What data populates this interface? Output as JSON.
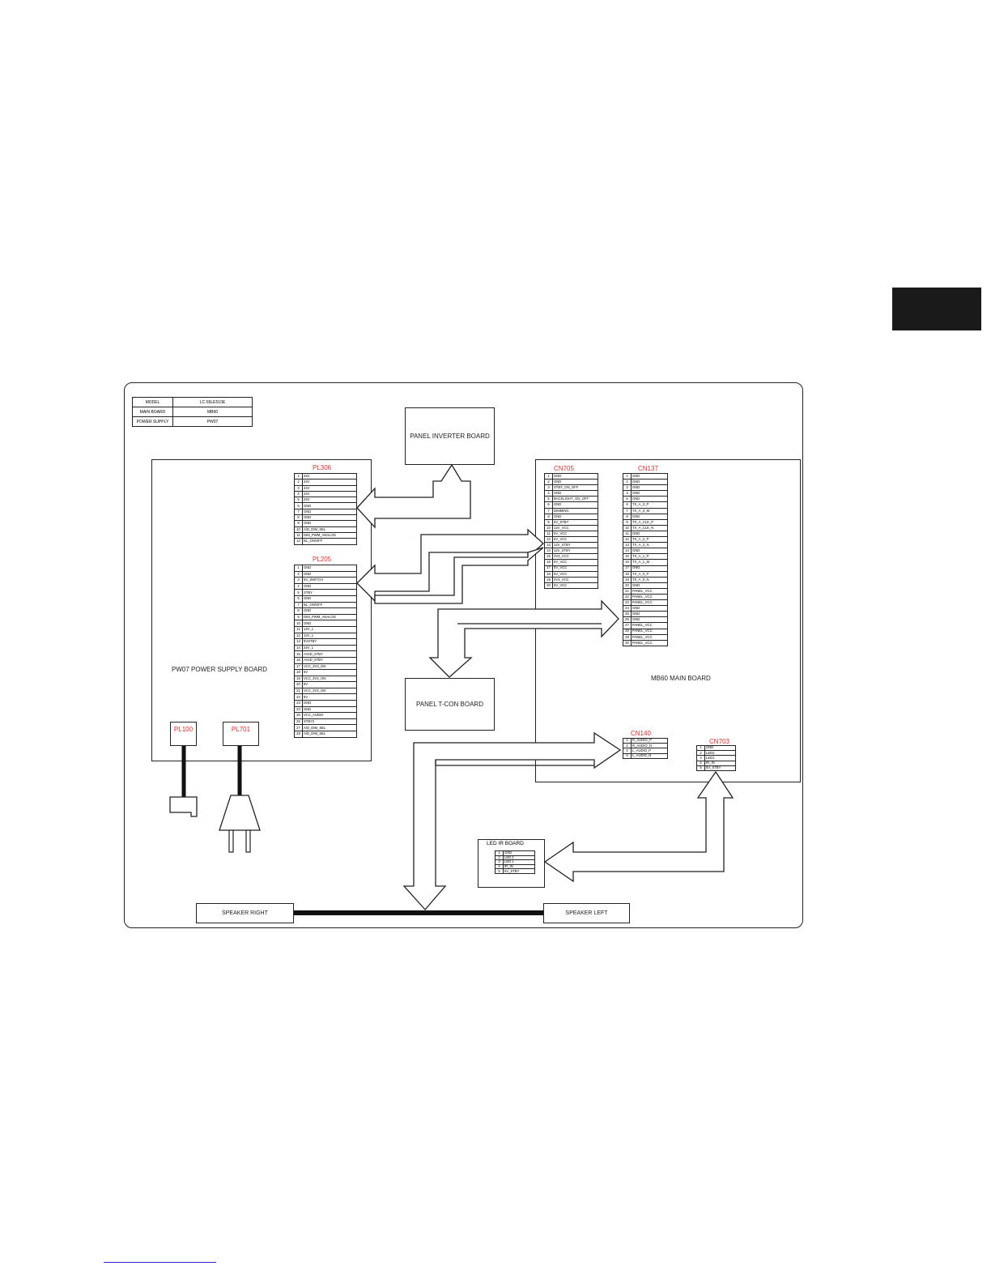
{
  "model_info": {
    "rows": [
      {
        "key": "MODEL",
        "value": "LC-55LE510E"
      },
      {
        "key": "MAIN BOARD",
        "value": "MB60"
      },
      {
        "key": "POWER SUPPLY",
        "value": "PW07"
      }
    ]
  },
  "boards": {
    "power_supply": "PW07 POWER SUPPLY BOARD",
    "main_board": "MB60 MAIN BOARD",
    "panel_inverter": "PANEL INVERTER BOARD",
    "panel_tcon": "PANEL T-CON BOARD",
    "led_ir": "LED IR BOARD",
    "speaker_right": "SPEAKER RIGHT",
    "speaker_left": "SPEAKER LEFT"
  },
  "plugs": {
    "pl100": "PL100",
    "pl701": "PL701"
  },
  "connectors": {
    "pl306": {
      "title": "PL306",
      "pins": [
        {
          "n": "1",
          "s": "24V"
        },
        {
          "n": "2",
          "s": "24V"
        },
        {
          "n": "3",
          "s": "24V"
        },
        {
          "n": "4",
          "s": "24V"
        },
        {
          "n": "5",
          "s": "24V"
        },
        {
          "n": "6",
          "s": "GND"
        },
        {
          "n": "7",
          "s": "GND"
        },
        {
          "n": "8",
          "s": "GND"
        },
        {
          "n": "9",
          "s": "GND"
        },
        {
          "n": "10",
          "s": "A/D_DIM_SEL"
        },
        {
          "n": "11",
          "s": "DIM_PWM_ANALOG"
        },
        {
          "n": "12",
          "s": "BL_ON/OFF"
        }
      ]
    },
    "pl205": {
      "title": "PL205",
      "pins": [
        {
          "n": "1",
          "s": "GND"
        },
        {
          "n": "2",
          "s": "GND"
        },
        {
          "n": "3",
          "s": "5V_SWITCH"
        },
        {
          "n": "4",
          "s": "GND"
        },
        {
          "n": "5",
          "s": "STBY"
        },
        {
          "n": "6",
          "s": "GND"
        },
        {
          "n": "7",
          "s": "BL_ON/OFF"
        },
        {
          "n": "8",
          "s": "GND"
        },
        {
          "n": "9",
          "s": "DIM_PWM_ANALOG"
        },
        {
          "n": "10",
          "s": "GND"
        },
        {
          "n": "11",
          "s": "12V_1"
        },
        {
          "n": "12",
          "s": "12V_1"
        },
        {
          "n": "13",
          "s": "5VSTBY"
        },
        {
          "n": "14",
          "s": "24V_1"
        },
        {
          "n": "15",
          "s": "AV2D_STBY"
        },
        {
          "n": "16",
          "s": "AV2D_STBY"
        },
        {
          "n": "17",
          "s": "VCC_3V3_ON"
        },
        {
          "n": "18",
          "s": "5V"
        },
        {
          "n": "19",
          "s": "VCC_3V3_ON"
        },
        {
          "n": "20",
          "s": "5V"
        },
        {
          "n": "21",
          "s": "VCC_3V3_ON"
        },
        {
          "n": "22",
          "s": "5V"
        },
        {
          "n": "23",
          "s": "GND"
        },
        {
          "n": "24",
          "s": "GND"
        },
        {
          "n": "25",
          "s": "VCC_AUDIO"
        },
        {
          "n": "26",
          "s": "STBY2"
        },
        {
          "n": "27",
          "s": "A/D_DIM_SEL"
        },
        {
          "n": "28",
          "s": "A/D_DIM_SEL"
        }
      ]
    },
    "cn705": {
      "title": "CN705",
      "pins": [
        {
          "n": "1",
          "s": "GND"
        },
        {
          "n": "2",
          "s": "GND"
        },
        {
          "n": "3",
          "s": "STBY_ON_OFF"
        },
        {
          "n": "4",
          "s": "GND"
        },
        {
          "n": "5",
          "s": "BACKLIGHT_ON_OFF"
        },
        {
          "n": "6",
          "s": "GND"
        },
        {
          "n": "7",
          "s": "DIMMING"
        },
        {
          "n": "8",
          "s": "GND"
        },
        {
          "n": "9",
          "s": "5V_STBY"
        },
        {
          "n": "10",
          "s": "12V_VCC"
        },
        {
          "n": "11",
          "s": "5V_VCC"
        },
        {
          "n": "12",
          "s": "5V_VCC"
        },
        {
          "n": "13",
          "s": "12V_STBY"
        },
        {
          "n": "14",
          "s": "12V_STBY"
        },
        {
          "n": "15",
          "s": "3V3_VCC"
        },
        {
          "n": "16",
          "s": "5V_VCC"
        },
        {
          "n": "17",
          "s": "5V_VCC"
        },
        {
          "n": "18",
          "s": "5V_VCC"
        },
        {
          "n": "19",
          "s": "3V3_VCC"
        },
        {
          "n": "20",
          "s": "5V_VCC"
        }
      ]
    },
    "cn137": {
      "title": "CN137",
      "pins": [
        {
          "n": "1",
          "s": "GND"
        },
        {
          "n": "2",
          "s": "GND"
        },
        {
          "n": "3",
          "s": "GND"
        },
        {
          "n": "4",
          "s": "GND"
        },
        {
          "n": "5",
          "s": "GND"
        },
        {
          "n": "6",
          "s": "TX_A_3_P"
        },
        {
          "n": "7",
          "s": "TX_A_3_M"
        },
        {
          "n": "8",
          "s": "GND"
        },
        {
          "n": "9",
          "s": "TX_A_CLK_P"
        },
        {
          "n": "10",
          "s": "TX_A_CLK_N"
        },
        {
          "n": "11",
          "s": "GND"
        },
        {
          "n": "12",
          "s": "TX_A_2_P"
        },
        {
          "n": "13",
          "s": "TX_A_2_N"
        },
        {
          "n": "14",
          "s": "GND"
        },
        {
          "n": "15",
          "s": "TX_A_1_P"
        },
        {
          "n": "16",
          "s": "TX_A_1_M"
        },
        {
          "n": "17",
          "s": "GND"
        },
        {
          "n": "18",
          "s": "TX_A_0_P"
        },
        {
          "n": "19",
          "s": "TX_A_0_N"
        },
        {
          "n": "20",
          "s": "GND"
        },
        {
          "n": "21",
          "s": "PANEL_VCC"
        },
        {
          "n": "22",
          "s": "PANEL_VCC"
        },
        {
          "n": "23",
          "s": "PANEL_VCC"
        },
        {
          "n": "24",
          "s": "GND"
        },
        {
          "n": "25",
          "s": "GND"
        },
        {
          "n": "26",
          "s": "GND"
        },
        {
          "n": "27",
          "s": "PANEL_VCC"
        },
        {
          "n": "28",
          "s": "PANEL_VCC"
        },
        {
          "n": "29",
          "s": "PANEL_VCC"
        },
        {
          "n": "30",
          "s": "PANEL_VCC"
        }
      ]
    },
    "cn140": {
      "title": "CN140",
      "pins": [
        {
          "n": "1",
          "s": "R_AUDIO_P"
        },
        {
          "n": "2",
          "s": "R_AUDIO_N"
        },
        {
          "n": "3",
          "s": "L_AUDIO_P"
        },
        {
          "n": "4",
          "s": "L_AUDIO_N"
        }
      ]
    },
    "cn703": {
      "title": "CN703",
      "pins": [
        {
          "n": "1",
          "s": "GND"
        },
        {
          "n": "2",
          "s": "LED2"
        },
        {
          "n": "3",
          "s": "LED1"
        },
        {
          "n": "4",
          "s": "IR_IN"
        },
        {
          "n": "5",
          "s": "5V_STBY"
        }
      ]
    },
    "led_ir": {
      "pins": [
        {
          "n": "1",
          "s": "GND"
        },
        {
          "n": "2",
          "s": "LED 2"
        },
        {
          "n": "3",
          "s": "LED 1"
        },
        {
          "n": "4",
          "s": "IR_IN"
        },
        {
          "n": "5",
          "s": "5V_STBY"
        }
      ]
    }
  },
  "colors": {
    "connector_title": "#d9302c",
    "line": "#222222",
    "tab": "#1a1a1a",
    "link": "#2a2ad0"
  }
}
